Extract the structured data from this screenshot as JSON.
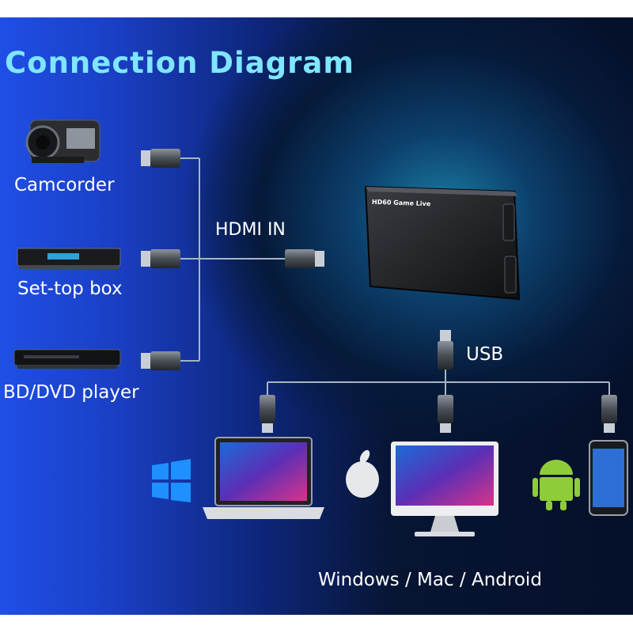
{
  "diagram": {
    "title": "Connection Diagram",
    "sources": [
      {
        "label": "Camcorder",
        "icon": "camcorder-icon"
      },
      {
        "label": "Set-top box",
        "icon": "set-top-box-icon"
      },
      {
        "label": "BD/DVD player",
        "icon": "dvd-player-icon"
      }
    ],
    "hdmi_label": "HDMI IN",
    "device_brand": "HD60 Game Live",
    "usb_label": "USB",
    "targets_label": "Windows / Mac / Android",
    "target_icons": [
      "windows-icon",
      "laptop-icon",
      "apple-icon",
      "imac-icon",
      "android-icon",
      "smartphone-icon"
    ],
    "colors": {
      "title": "#7fe6ff",
      "cable": "#a9b4c4",
      "windows": "#1e90ff",
      "android": "#8fcc3a"
    }
  }
}
